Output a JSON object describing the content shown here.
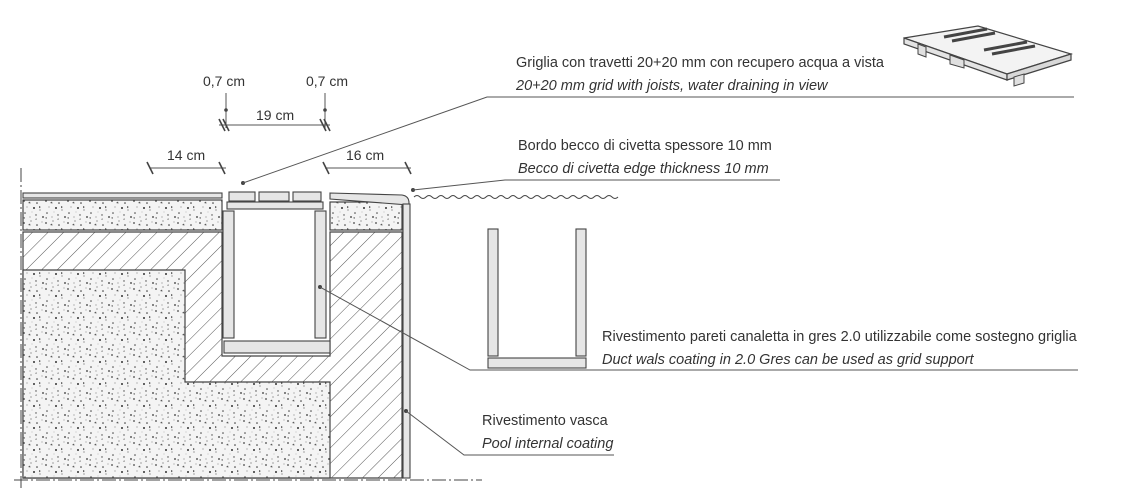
{
  "dimensions": {
    "gap_left": "0,7 cm",
    "gap_right": "0,7 cm",
    "grid_width": "19 cm",
    "left_edge": "14 cm",
    "right_edge": "16 cm"
  },
  "callouts": {
    "grid": {
      "it": "Griglia con travetti 20+20 mm con recupero acqua a vista",
      "en": "20+20 mm grid with joists, water draining in view"
    },
    "edge": {
      "it": "Bordo becco di civetta spessore 10 mm",
      "en": "Becco di civetta edge thickness 10 mm"
    },
    "duct": {
      "it": "Rivestimento pareti canaletta in gres 2.0 utilizzabile come sostegno griglia",
      "en": "Duct wals coating in 2.0 Gres can be used as grid support"
    },
    "pool": {
      "it": "Rivestimento vasca",
      "en": "Pool internal coating"
    }
  }
}
